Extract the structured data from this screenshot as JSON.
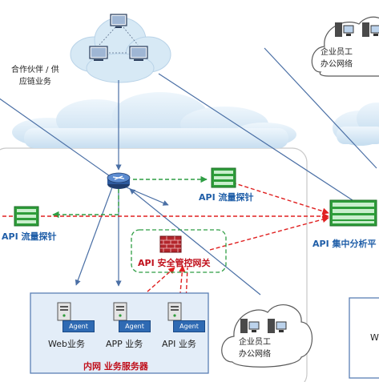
{
  "labels": {
    "partner_line1": "合作伙伴 / 供",
    "partner_line2": "应链业务",
    "emp_top_line1": "企业员工",
    "emp_top_line2": "办公网络",
    "probe_center": "API 流量探针",
    "probe_left": "API 流量探针",
    "analysis": "API 集中分析平",
    "gateway": "API 安全管控网关",
    "agent": "Agent",
    "web_service": "Web业务",
    "app_service": "APP 业务",
    "api_service": "API 业务",
    "intranet": "内网 业务服务器",
    "emp_bottom_line1": "企业员工",
    "emp_bottom_line2": "办公网络",
    "right_cut": "W"
  },
  "colors": {
    "blue_line": "#4a6fa5",
    "green_dash": "#2f9e44",
    "red_dash": "#e02020",
    "cloud": "#d7e9f5",
    "panel_border": "#c9c9c9",
    "server_green": "#2e9d3a",
    "intranet_bg": "#e3edf8"
  },
  "icons": [
    "computer-icon",
    "router-icon",
    "probe-server-icon",
    "firewall-icon",
    "pc-server-icon",
    "desktop-icon"
  ]
}
